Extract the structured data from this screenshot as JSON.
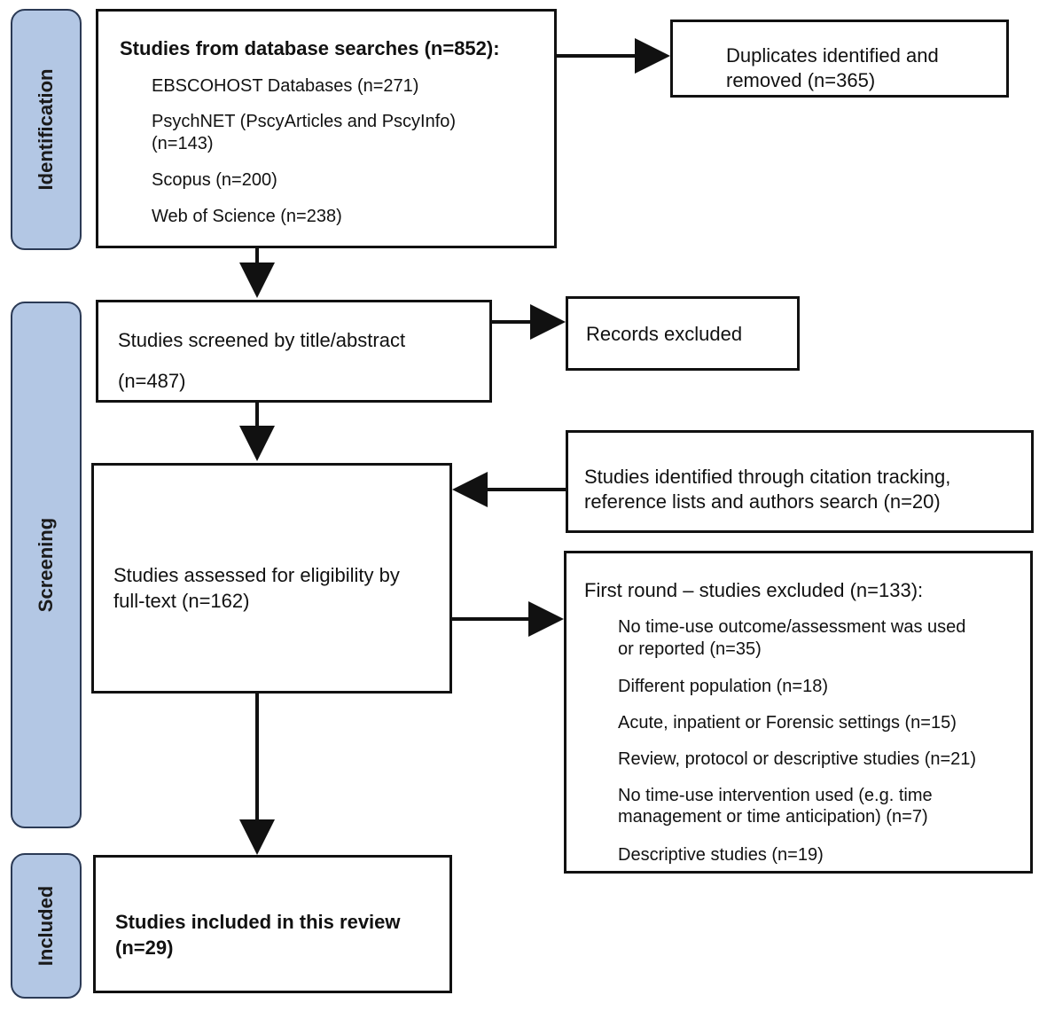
{
  "stages": {
    "identification": "Identification",
    "screening": "Screening",
    "included": "Included"
  },
  "boxes": {
    "database_searches": {
      "heading": "Studies from database searches (n=852):",
      "items": [
        "EBSCOHOST Databases (n=271)",
        "PsychNET (PscyArticles and PscyInfo)",
        "(n=143)",
        "Scopus (n=200)",
        "Web of Science (n=238)"
      ]
    },
    "duplicates": {
      "line1": "Duplicates identified and",
      "line2": "removed (n=365)"
    },
    "screened": {
      "line1": "Studies screened by title/abstract",
      "line2": "(n=487)"
    },
    "records_excluded": "Records excluded",
    "citation_tracking": {
      "line1": "Studies identified through citation tracking,",
      "line2": "reference lists and authors search (n=20)"
    },
    "eligibility": {
      "line1": "Studies assessed for eligibility by",
      "line2": "full-text (n=162)"
    },
    "first_round": {
      "heading": "First round – studies excluded (n=133):",
      "items": [
        "No time-use outcome/assessment was used",
        "or reported (n=35)",
        "Different population (n=18)",
        "Acute, inpatient or Forensic settings (n=15)",
        "Review, protocol or descriptive studies (n=21)",
        "No time-use intervention used (e.g. time",
        "management or time anticipation) (n=7)",
        "Descriptive studies (n=19)"
      ]
    },
    "included": {
      "line1": "Studies included in this review",
      "line2": "(n=29)"
    }
  },
  "colors": {
    "stage_fill": "#b3c7e4",
    "stage_border": "#2b3a55",
    "line": "#111111"
  }
}
